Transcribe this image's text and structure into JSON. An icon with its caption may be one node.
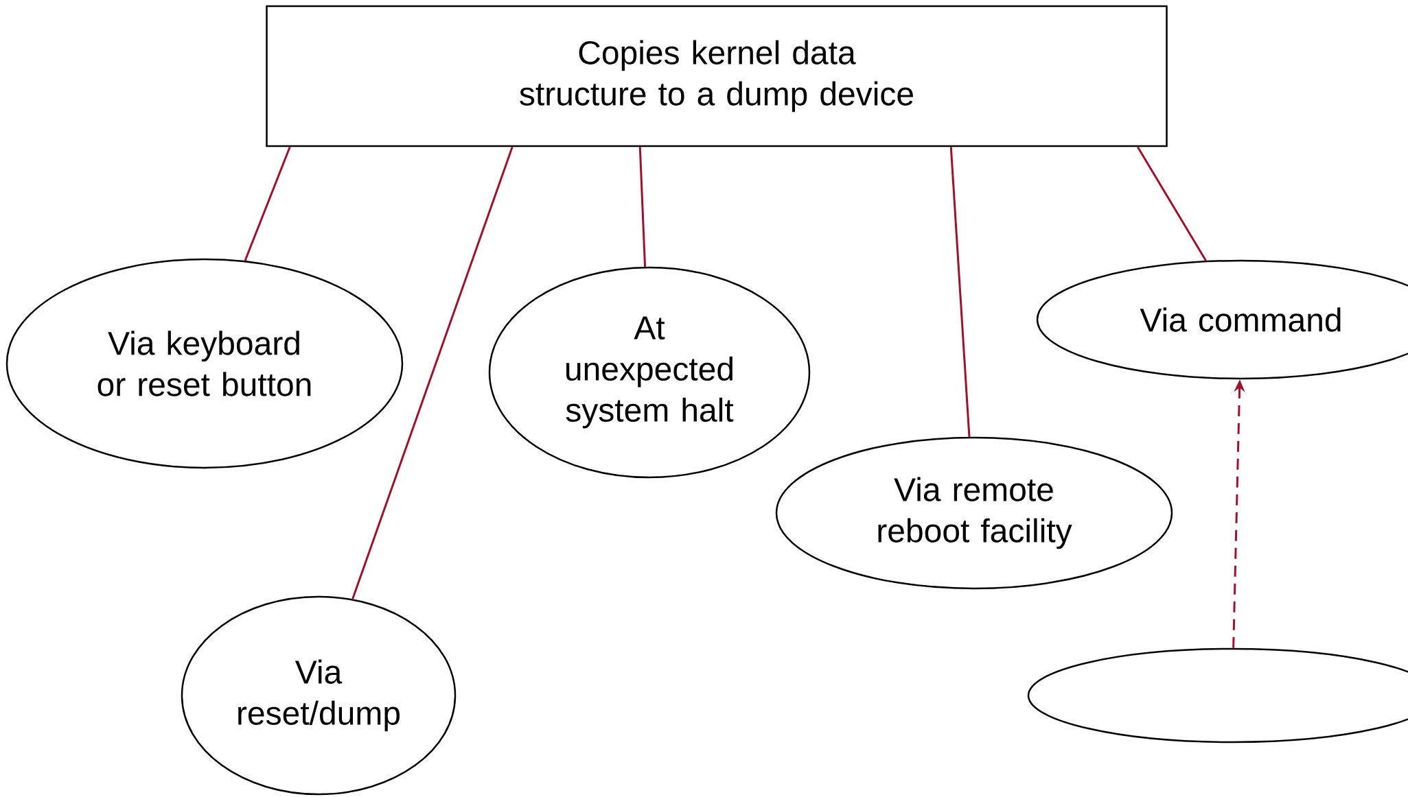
{
  "diagram": {
    "nodes": [
      {
        "text": [
          "Copies kernel data structure to a dump device"
        ]
      },
      {
        "text": [
          "Via keyboard or reset button"
        ]
      },
      {
        "text": [
          "Via reset/dump"
        ]
      },
      {
        "text": [
          "At unexpected system halt"
        ]
      },
      {
        "text": [
          "Via remote reboot facility"
        ]
      },
      {
        "text": [
          "Via command"
        ]
      },
      {
        "text": [],
        "shape": "ellipse"
      }
    ],
    "edges": [
      {
        "from": 0,
        "to": 1,
        "arrow": "none"
      },
      {
        "from": 0,
        "to": 2,
        "arrow": "none"
      },
      {
        "from": 0,
        "to": 3,
        "arrow": "none"
      },
      {
        "from": 0,
        "to": 4,
        "arrow": "none"
      },
      {
        "from": 0,
        "to": 5,
        "arrow": "none"
      },
      {
        "from": 6,
        "to": 5,
        "arrow": "to",
        "style": "dashed"
      }
    ]
  }
}
